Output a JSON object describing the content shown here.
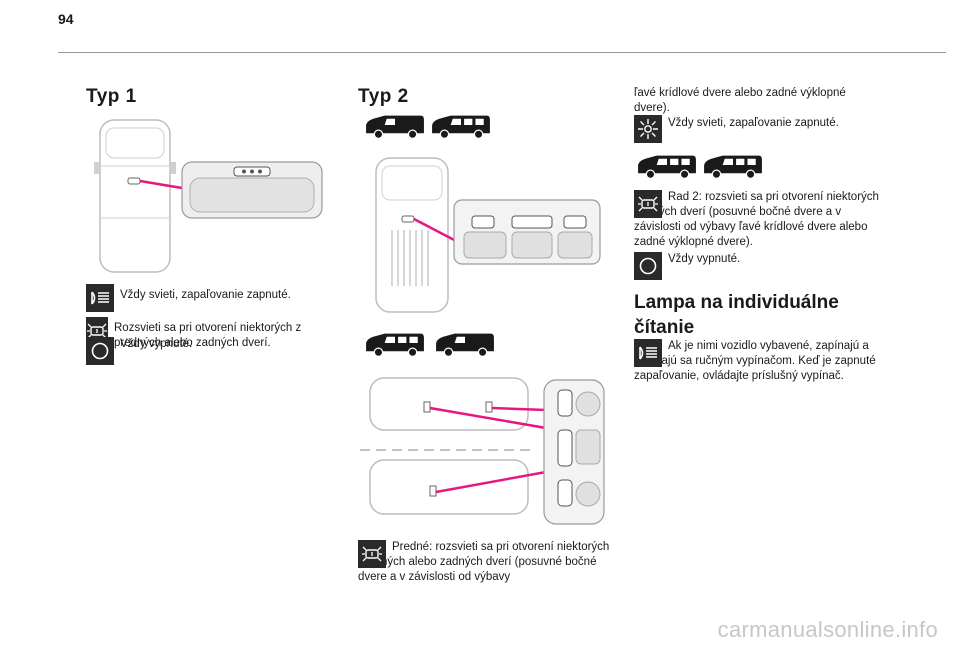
{
  "page": {
    "number": "94"
  },
  "typ1": {
    "heading": "Typ 1",
    "items": [
      {
        "icon": "dome-lamp-on-icon",
        "text": "Vždy svieti, zapaľovanie zapnuté."
      },
      {
        "icon": "door-lamp-icon",
        "text": "Rozsvieti sa pri otvorení niektorých z predných alebo zadných dverí."
      },
      {
        "icon": "lamp-off-icon",
        "text": "Vždy vypnuté."
      }
    ]
  },
  "typ2": {
    "heading": "Typ 2",
    "caption_icon": "door-lamp-icon",
    "caption": "Predné: rozsvieti sa pri otvorení niektorých predných alebo zadných dverí (posuvné bočné dvere a v závislosti od výbavy"
  },
  "right_column": {
    "continuation": "ľavé krídlové dvere alebo zadné výklopné dvere).",
    "items_a": [
      {
        "icon": "sun-lamp-icon",
        "text": "Vždy svieti, zapaľovanie zapnuté."
      }
    ],
    "items_b": [
      {
        "icon": "door-lamp-icon",
        "text": "Rad 2: rozsvieti sa pri otvorení niektorých zadných dverí (posuvné bočné dvere a v závislosti od výbavy ľavé krídlové dvere alebo zadné výklopné dvere)."
      },
      {
        "icon": "lamp-off-icon",
        "text": "Vždy vypnuté."
      }
    ],
    "reading_lamp": {
      "heading": "Lampa na individuálne čítanie",
      "icon": "reading-lamp-icon",
      "text": "Ak je nimi vozidlo vybavené, zapínajú a vypínajú sa ručným vypínačom. Keď je zapnuté zapaľovanie, ovládajte príslušný vypínač."
    }
  },
  "watermark": "carmanualsonline.info",
  "colors": {
    "accent": "#e8177f",
    "icon_bg": "#2a2a2a",
    "line": "#9a9a9a"
  }
}
